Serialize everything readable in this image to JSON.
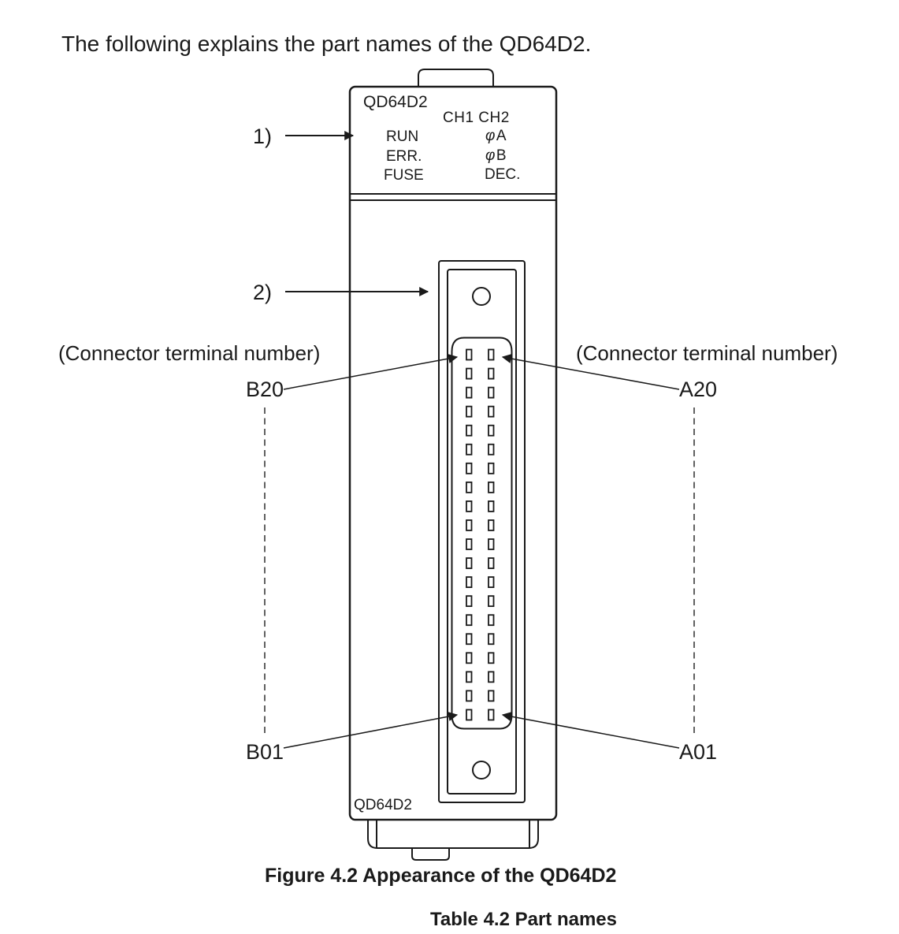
{
  "page": {
    "intro_text": "The following explains the part names of the QD64D2.",
    "figure_caption": "Figure 4.2 Appearance of the QD64D2",
    "table_caption": "Table 4.2 Part names"
  },
  "module": {
    "model_top": "QD64D2",
    "model_bottom": "QD64D2",
    "channel_header": "CH1 CH2",
    "leds": {
      "left": [
        "RUN",
        "ERR.",
        "FUSE"
      ],
      "right": [
        "φA",
        "φB",
        "DEC."
      ]
    },
    "pin_rows": 20,
    "pin_columns": 2
  },
  "callouts": {
    "led_panel": "1)",
    "connector": "2)",
    "connector_terminal_left": "(Connector terminal number)",
    "connector_terminal_right": "(Connector terminal number)",
    "terminal_b_top": "B20",
    "terminal_a_top": "A20",
    "terminal_b_bottom": "B01",
    "terminal_a_bottom": "A01"
  }
}
